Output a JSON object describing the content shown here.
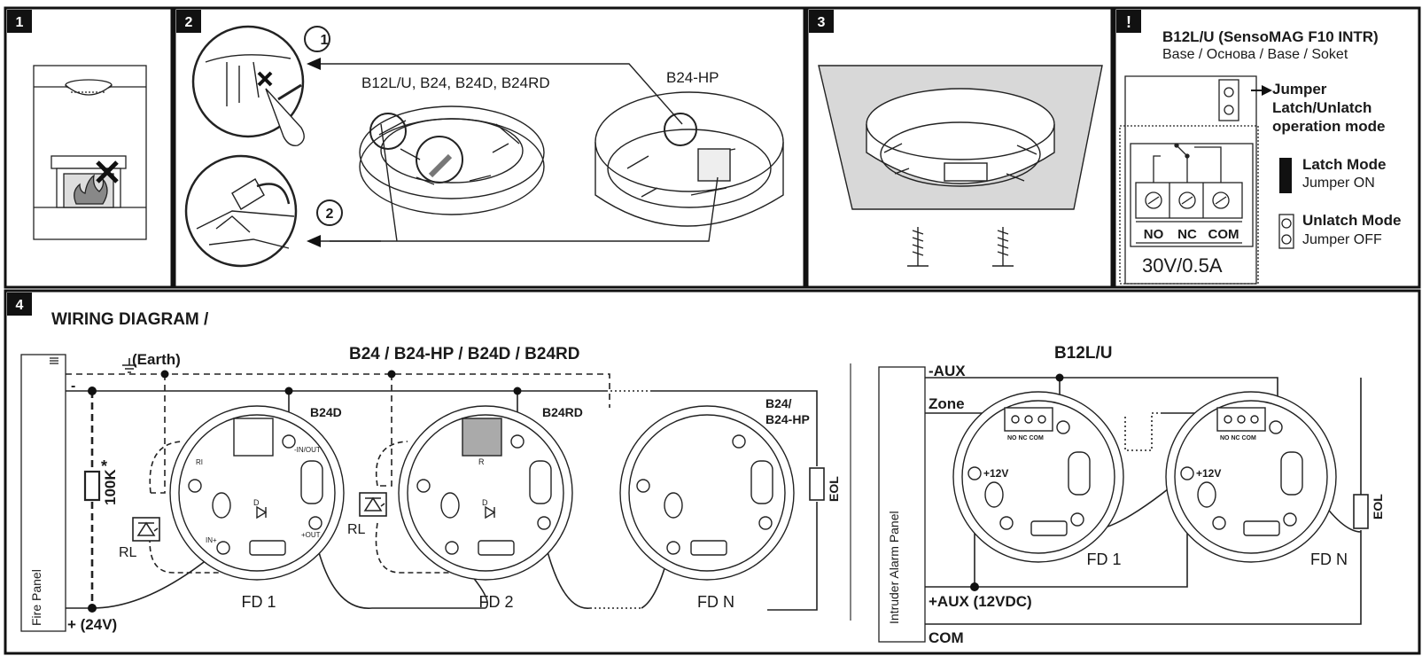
{
  "panels": {
    "p1": {
      "num": "1"
    },
    "p2": {
      "num": "2",
      "step1": "1",
      "step2": "2",
      "label_bases": "B12L/U, B24, B24D, B24RD",
      "label_hp": "B24-HP"
    },
    "p3": {
      "num": "3"
    },
    "p4": {
      "num": "!",
      "title": "B12L/U (SensoMAG F10 INTR)",
      "subtitle": "Base / Основа / Base / Soket",
      "jumper_l1": "Jumper",
      "jumper_l2": "Latch/Unlatch",
      "jumper_l3": "operation mode",
      "latch_title": "Latch Mode",
      "latch_sub": "Jumper ON",
      "unlatch_title": "Unlatch Mode",
      "unlatch_sub": "Jumper OFF",
      "term_no": "NO",
      "term_nc": "NC",
      "term_com": "COM",
      "rating": "30V/0.5A"
    }
  },
  "wiring": {
    "num": "4",
    "title": "WIRING DIAGRAM /",
    "left_title": "B24 / B24-HP / B24D / B24RD",
    "right_title": "B12L/U",
    "fire_panel": "Fire Panel",
    "earth": "(Earth)",
    "minus": "-",
    "plus24": "+ (24V)",
    "resistor": "100K",
    "asterisk": "*",
    "rl": "RL",
    "eol": "EOL",
    "b24d": "B24D",
    "b24rd": "B24RD",
    "b24hp_1": "B24/",
    "b24hp_2": "B24-HP",
    "fd1": "FD 1",
    "fd2": "FD 2",
    "fdn": "FD N",
    "diode": "D",
    "res_r": "R",
    "intruder_panel": "Intruder Alarm Panel",
    "aux_minus": "-AUX",
    "zone": "Zone",
    "aux_plus": "+AUX (12VDC)",
    "com": "COM",
    "plus12": "+12V",
    "ri": "RI",
    "in_out": "-IN/OUT",
    "in_plus": "IN+",
    "out_plus": "+OUT",
    "small_terms": "NO NC COM"
  }
}
